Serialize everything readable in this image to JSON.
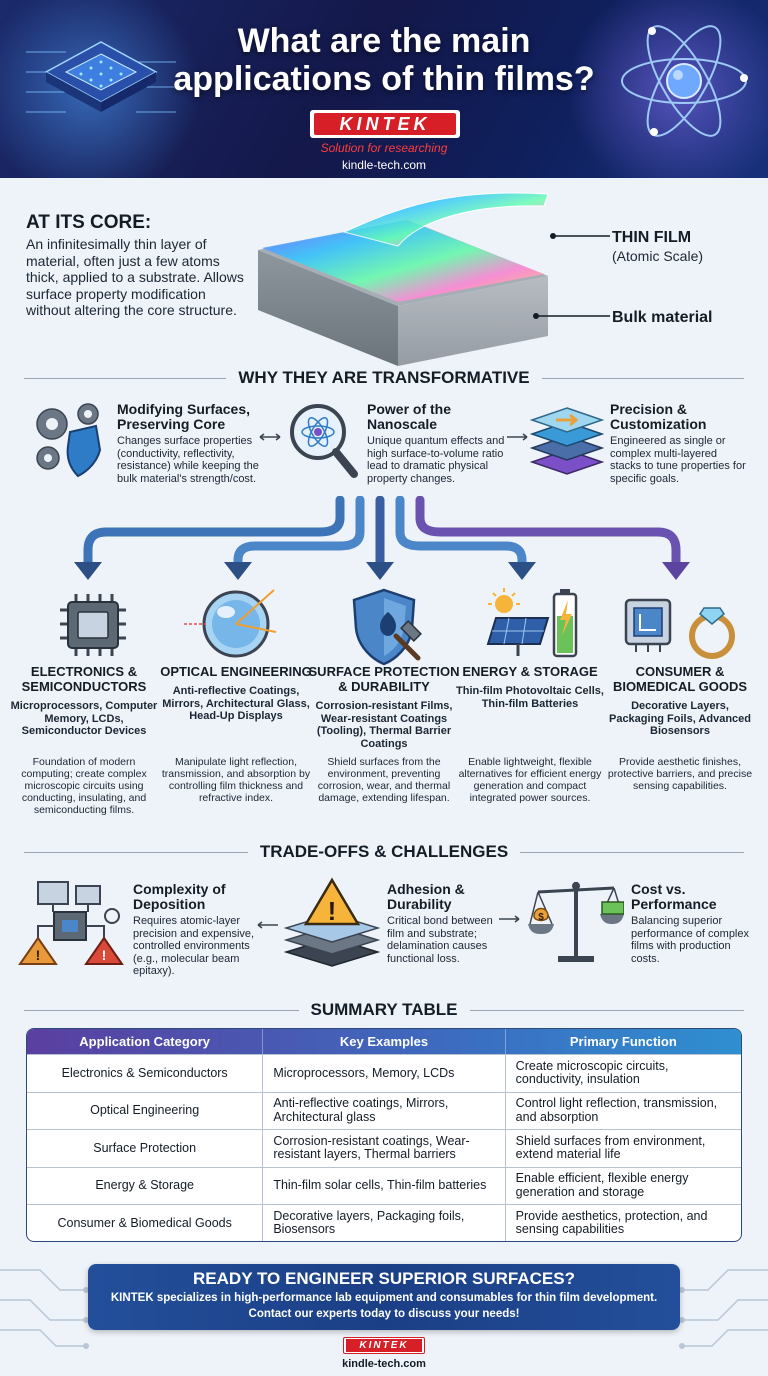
{
  "header": {
    "title_line1": "What are the main",
    "title_line2": "applications of thin films?",
    "logo": "KINTEK",
    "tagline": "Solution for researching",
    "site": "kindle-tech.com"
  },
  "core": {
    "heading": "AT ITS CORE:",
    "text": "An infinitesimally thin layer of material, often just a few atoms thick, applied to a substrate. Allows surface property modification without altering the core structure.",
    "thin_film_label": "THIN FILM",
    "thin_film_sub": "(Atomic Scale)",
    "bulk_label": "Bulk material"
  },
  "transformative": {
    "heading": "WHY THEY ARE TRANSFORMATIVE",
    "items": [
      {
        "title": "Modifying Surfaces, Preserving Core",
        "text": "Changes surface properties (conductivity, reflectivity, resistance) while keeping the bulk material's strength/cost.",
        "icon": "gears-shield-icon"
      },
      {
        "title": "Power of the Nanoscale",
        "text": "Unique quantum effects and high surface-to-volume ratio lead to dramatic physical property changes.",
        "icon": "magnifier-atom-icon"
      },
      {
        "title": "Precision & Customization",
        "text": "Engineered as single or complex multi-layered stacks to tune properties for specific goals.",
        "icon": "layer-stack-icon"
      }
    ]
  },
  "applications": [
    {
      "title": "ELECTRONICS & SEMICONDUCTORS",
      "examples": "Microprocessors, Computer Memory, LCDs, Semiconductor Devices",
      "desc": "Foundation of modern computing; create complex microscopic circuits using conducting, insulating, and semiconducting films.",
      "icon": "chip-icon"
    },
    {
      "title": "OPTICAL ENGINEERING",
      "examples": "Anti-reflective Coatings, Mirrors, Architectural Glass, Head-Up Displays",
      "desc": "Manipulate light reflection, transmission, and absorption by controlling film thickness and refractive index.",
      "icon": "lens-icon"
    },
    {
      "title": "SURFACE PROTECTION & DURABILITY",
      "examples": "Corrosion-resistant Films, Wear-resistant Coatings (Tooling), Thermal Barrier Coatings",
      "desc": "Shield surfaces from the environment, preventing corrosion, wear, and thermal damage, extending lifespan.",
      "icon": "shield-hammer-icon"
    },
    {
      "title": "ENERGY & STORAGE",
      "examples": "Thin-film Photovoltaic Cells, Thin-film Batteries",
      "desc": "Enable lightweight, flexible alternatives for efficient energy generation and compact integrated power sources.",
      "icon": "solar-battery-icon"
    },
    {
      "title": "CONSUMER & BIOMEDICAL GOODS",
      "examples": "Decorative Layers, Packaging Foils, Advanced Biosensors",
      "desc": "Provide aesthetic finishes, protective barriers, and precise sensing capabilities.",
      "icon": "ring-sensor-icon"
    }
  ],
  "tradeoffs": {
    "heading": "TRADE-OFFS & CHALLENGES",
    "items": [
      {
        "title": "Complexity of Deposition",
        "text": "Requires atomic-layer precision and expensive, controlled environments (e.g., molecular beam epitaxy).",
        "icon": "deposition-system-icon"
      },
      {
        "title": "Adhesion & Durability",
        "text": "Critical bond between film and substrate; delamination causes functional loss.",
        "icon": "warning-layers-icon"
      },
      {
        "title": "Cost vs. Performance",
        "text": "Balancing superior performance of complex films with production costs.",
        "icon": "balance-scale-icon"
      }
    ]
  },
  "summary": {
    "heading": "SUMMARY TABLE",
    "columns": [
      "Application Category",
      "Key Examples",
      "Primary Function"
    ],
    "rows": [
      [
        "Electronics & Semiconductors",
        "Microprocessors, Memory, LCDs",
        "Create microscopic circuits, conductivity, insulation"
      ],
      [
        "Optical Engineering",
        "Anti-reflective coatings, Mirrors, Architectural glass",
        "Control light reflection, transmission, and absorption"
      ],
      [
        "Surface Protection",
        "Corrosion-resistant coatings, Wear-resistant layers, Thermal barriers",
        "Shield surfaces from environment, extend material life"
      ],
      [
        "Energy & Storage",
        "Thin-film solar cells, Thin-film batteries",
        "Enable efficient, flexible energy generation and storage"
      ],
      [
        "Consumer & Biomedical Goods",
        "Decorative layers, Packaging foils, Biosensors",
        "Provide aesthetics, protection, and sensing capabilities"
      ]
    ]
  },
  "cta": {
    "heading": "READY TO ENGINEER SUPERIOR SURFACES?",
    "line1": "KINTEK specializes in high-performance lab equipment and consumables for thin film development.",
    "line2": "Contact our experts today to discuss your needs!"
  },
  "footer": {
    "logo": "KINTEK",
    "site": "kindle-tech.com"
  }
}
